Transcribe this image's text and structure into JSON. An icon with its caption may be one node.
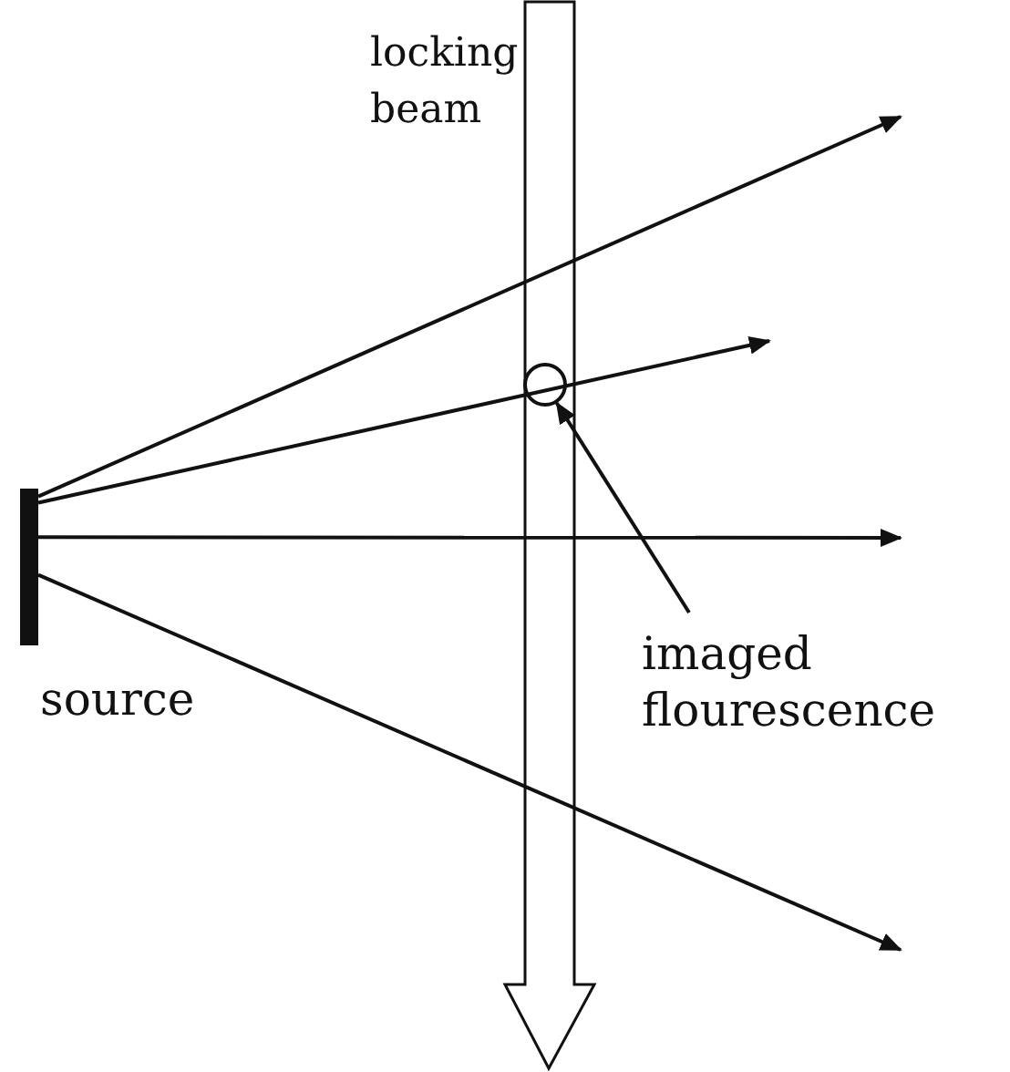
{
  "diagram": {
    "nodes": [
      {
        "text": [],
        "shape": "bar",
        "beside": [
          "source"
        ]
      },
      {
        "text": [],
        "shape": "circle"
      },
      {
        "text": [
          "imaged flourescence"
        ]
      }
    ],
    "edges": [
      {
        "from": 0,
        "to": null,
        "arrow": "to"
      },
      {
        "from": 0,
        "to": null,
        "arrow": "to"
      },
      {
        "from": 0,
        "to": null,
        "arrow": "to"
      },
      {
        "from": 0,
        "to": null,
        "arrow": "to"
      },
      {
        "from": 2,
        "to": 1,
        "arrow": "to"
      }
    ],
    "labels": [
      "locking beam"
    ]
  }
}
